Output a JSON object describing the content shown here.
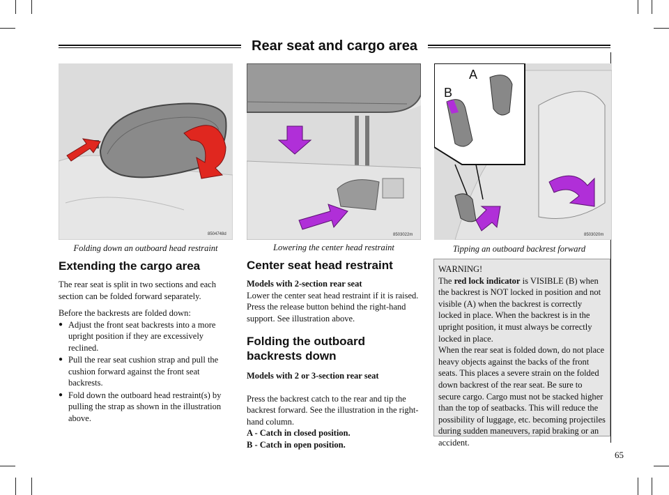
{
  "header": {
    "title": "Rear seat and cargo area"
  },
  "images": [
    {
      "code": "8504748d",
      "caption": "Folding down an outboard head restraint"
    },
    {
      "code": "8503022m",
      "caption": "Lowering the center head restraint"
    },
    {
      "code": "8503020m",
      "caption": "Tipping an outboard backrest forward",
      "label_a": "A",
      "label_b": "B"
    }
  ],
  "left_col": {
    "heading": "Extending the cargo area",
    "intro": "The rear seat is split in two sections and each section can be folded forward separately.",
    "before": "Before the backrests are folded down:",
    "bullets": [
      "Adjust the front seat backrests into a more upright position if they are excessively reclined.",
      "Pull the rear seat cushion strap and pull the cushion forward against the front seat backrests.",
      "Fold down the outboard head restraint(s) by pulling the strap as shown in the illustration above."
    ]
  },
  "mid_col": {
    "heading1": "Center seat head restraint",
    "sub1": "Models with 2-section rear seat",
    "text1": "Lower the center seat head restraint if it is raised. Press the release button behind the right-hand support. See illustration above.",
    "heading2a": "Folding the outboard",
    "heading2b": "backrests down",
    "sub2": "Models with 2 or 3-section rear seat",
    "text2": "Press the backrest catch to the rear and tip the backrest forward. See the illustration in the right-hand column.",
    "catch_a": "A - Catch in closed position.",
    "catch_b": "B - Catch in open position."
  },
  "warning": {
    "title": "WARNING!",
    "the": "The ",
    "bold": "red lock indicator",
    "rest1": " is VISIBLE (B) when the backrest is NOT locked in position and not visible (A) when the backrest is correctly locked in place. When the backrest is in the upright position, it must always be correctly locked in place.",
    "rest2": "When the rear seat is folded down, do not place heavy objects against the backs of the front seats. This places a severe strain on the folded down backrest of the rear seat. Be sure to secure cargo. Cargo must not be stacked higher than the top of seatbacks. This will reduce the possibility of luggage, etc. becoming projectiles during sudden maneuvers, rapid  braking or an accident."
  },
  "page_number": "65",
  "colors": {
    "arrow_red": "#e0271f",
    "arrow_purple": "#b02fd8",
    "photo_bg": "#dcdcdc"
  }
}
